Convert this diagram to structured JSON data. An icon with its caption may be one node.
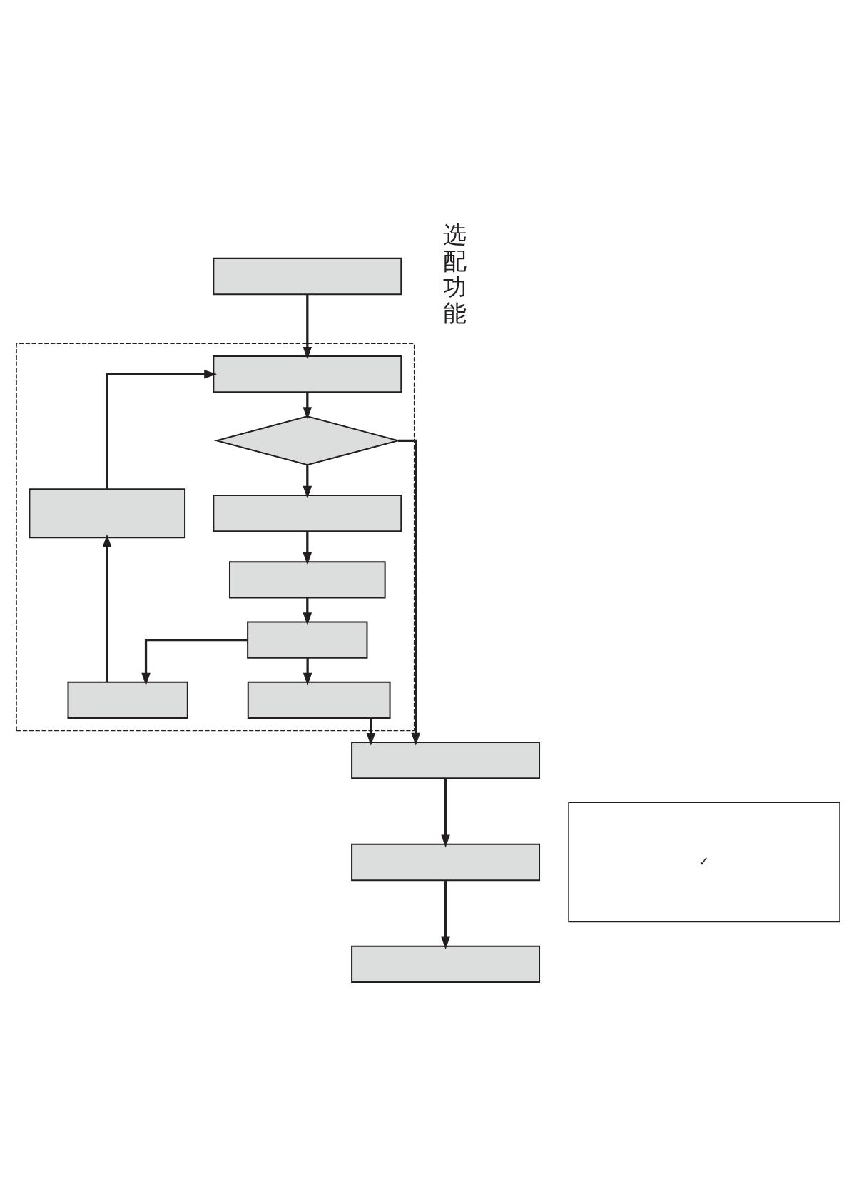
{
  "diagram": {
    "nodes": [
      {
        "text": [],
        "shape": "box"
      },
      {
        "text": [],
        "shape": "box"
      },
      {
        "text": [],
        "shape": "box",
        "in": 1
      },
      {
        "text": [],
        "shape": "diamond",
        "in": 1
      },
      {
        "text": [],
        "shape": "box",
        "in": 1
      },
      {
        "text": [],
        "shape": "box",
        "in": 1
      },
      {
        "text": [],
        "shape": "box",
        "in": 1
      },
      {
        "text": [],
        "shape": "box",
        "in": 1
      },
      {
        "text": [],
        "shape": "box",
        "in": 1
      },
      {
        "text": [],
        "shape": "box",
        "in": 1
      },
      {
        "text": [],
        "shape": "box"
      },
      {
        "text": [],
        "shape": "box"
      },
      {
        "text": [],
        "shape": "box"
      },
      {
        "text": [
          "✓"
        ]
      }
    ],
    "edges": [
      {
        "from": 0,
        "to": 2,
        "arrow": "to"
      },
      {
        "from": 5,
        "to": 2,
        "arrow": "to"
      },
      {
        "from": 2,
        "to": 3,
        "arrow": "to"
      },
      {
        "from": 3,
        "to": 4,
        "arrow": "to"
      },
      {
        "from": 3,
        "to": 10,
        "arrow": "to"
      },
      {
        "from": 4,
        "to": 6,
        "arrow": "to"
      },
      {
        "from": 6,
        "to": 7,
        "arrow": "to"
      },
      {
        "from": 7,
        "to": 9,
        "arrow": "to"
      },
      {
        "from": 7,
        "to": 8,
        "arrow": "to"
      },
      {
        "from": 8,
        "to": 5,
        "arrow": "to"
      },
      {
        "from": 9,
        "to": 10,
        "arrow": "to"
      },
      {
        "from": 10,
        "to": 11,
        "arrow": "to"
      },
      {
        "from": 11,
        "to": 12,
        "arrow": "to"
      }
    ],
    "labels": [
      "选配功能"
    ]
  }
}
